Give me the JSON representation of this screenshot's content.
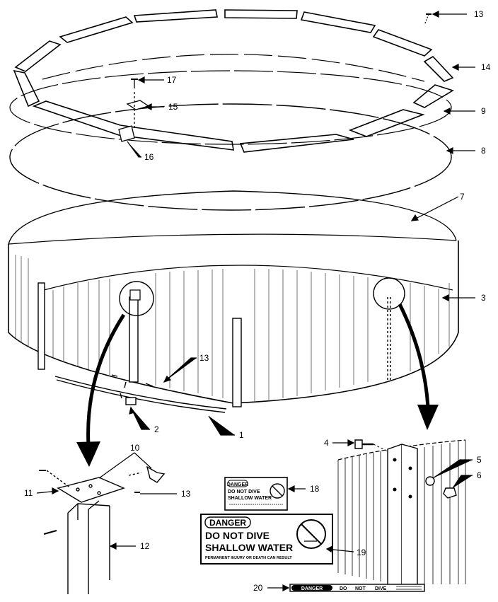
{
  "callouts": [
    {
      "id": "13",
      "text": "13"
    },
    {
      "id": "14",
      "text": "14"
    },
    {
      "id": "17",
      "text": "17"
    },
    {
      "id": "15",
      "text": "15"
    },
    {
      "id": "9",
      "text": "9"
    },
    {
      "id": "16",
      "text": "16"
    },
    {
      "id": "8",
      "text": "8"
    },
    {
      "id": "7",
      "text": "7"
    },
    {
      "id": "3",
      "text": "3"
    },
    {
      "id": "13b",
      "text": "13"
    },
    {
      "id": "2",
      "text": "2"
    },
    {
      "id": "1",
      "text": "1"
    },
    {
      "id": "10",
      "text": "10"
    },
    {
      "id": "11",
      "text": "11"
    },
    {
      "id": "13c",
      "text": "13"
    },
    {
      "id": "12",
      "text": "12"
    },
    {
      "id": "4",
      "text": "4"
    },
    {
      "id": "5",
      "text": "5"
    },
    {
      "id": "6",
      "text": "6"
    },
    {
      "id": "18",
      "text": "18"
    },
    {
      "id": "19",
      "text": "19"
    },
    {
      "id": "20",
      "text": "20"
    }
  ],
  "sign_large": {
    "header": "DANGER",
    "line1": "DO NOT DIVE",
    "line2": "SHALLOW WATER",
    "footer": "PERMANENT INJURY OR DEATH CAN RESULT"
  },
  "sign_small": {
    "header": "DANGER",
    "line1": "DO NOT DIVE",
    "line2": "SHALLOW WATER"
  },
  "strip_label": {
    "header": "DANGER",
    "word1": "DO",
    "word2": "NOT",
    "word3": "DIVE"
  }
}
